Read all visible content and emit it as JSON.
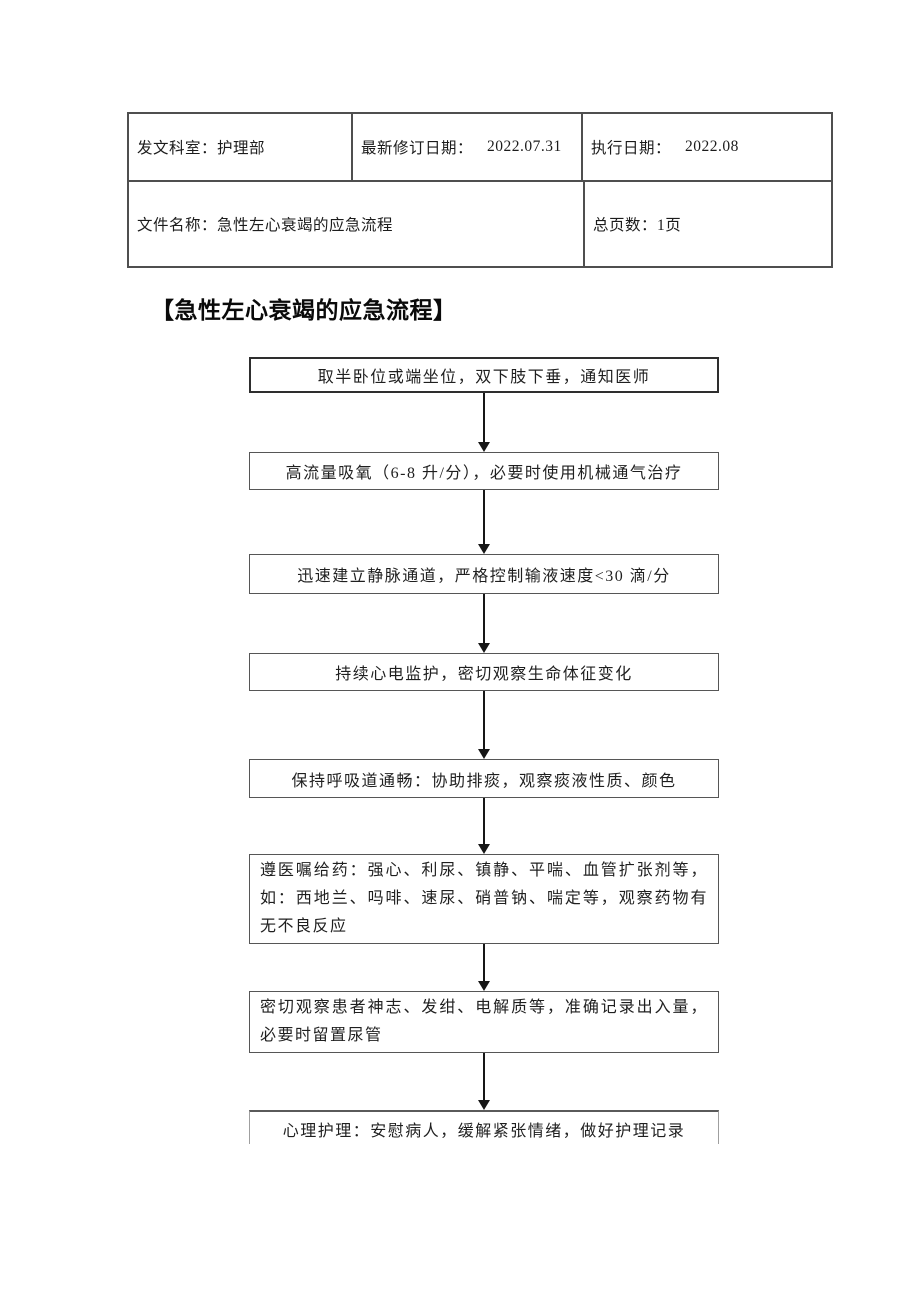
{
  "header_table": {
    "issuing_dept": "发文科室：护理部",
    "revision_date_label": "最新修订日期：",
    "revision_date_value": "2022.07.31",
    "execution_date_label": "执行日期：",
    "execution_date_value": "2022.08",
    "file_name": "文件名称：急性左心衰竭的应急流程",
    "total_pages": "总页数：1页"
  },
  "section_title": "【急性左心衰竭的应急流程】",
  "flowchart": {
    "steps": [
      {
        "text": "取半卧位或端坐位，双下肢下垂，通知医师"
      },
      {
        "text": "高流量吸氧（6-8 升/分），必要时使用机械通气治疗"
      },
      {
        "text": "迅速建立静脉通道，严格控制输液速度<30 滴/分"
      },
      {
        "text": "持续心电监护，密切观察生命体征变化"
      },
      {
        "text": "保持呼吸道通畅：协助排痰，观察痰液性质、颜色"
      },
      {
        "text": "遵医嘱给药：强心、利尿、镇静、平喘、血管扩张剂等，如：西地兰、吗啡、速尿、硝普钠、喘定等，观察药物有无不良反应"
      },
      {
        "text": "密切观察患者神志、发绀、电解质等，准确记录出入量，必要时留置尿管"
      },
      {
        "text": "心理护理：安慰病人，缓解紧张情绪，做好护理记录"
      }
    ]
  },
  "colors": {
    "background": "#ffffff",
    "table_border": "#4f4f4f",
    "box_border": "#565656",
    "text": "#1f1f1f",
    "arrow": "#161616"
  }
}
